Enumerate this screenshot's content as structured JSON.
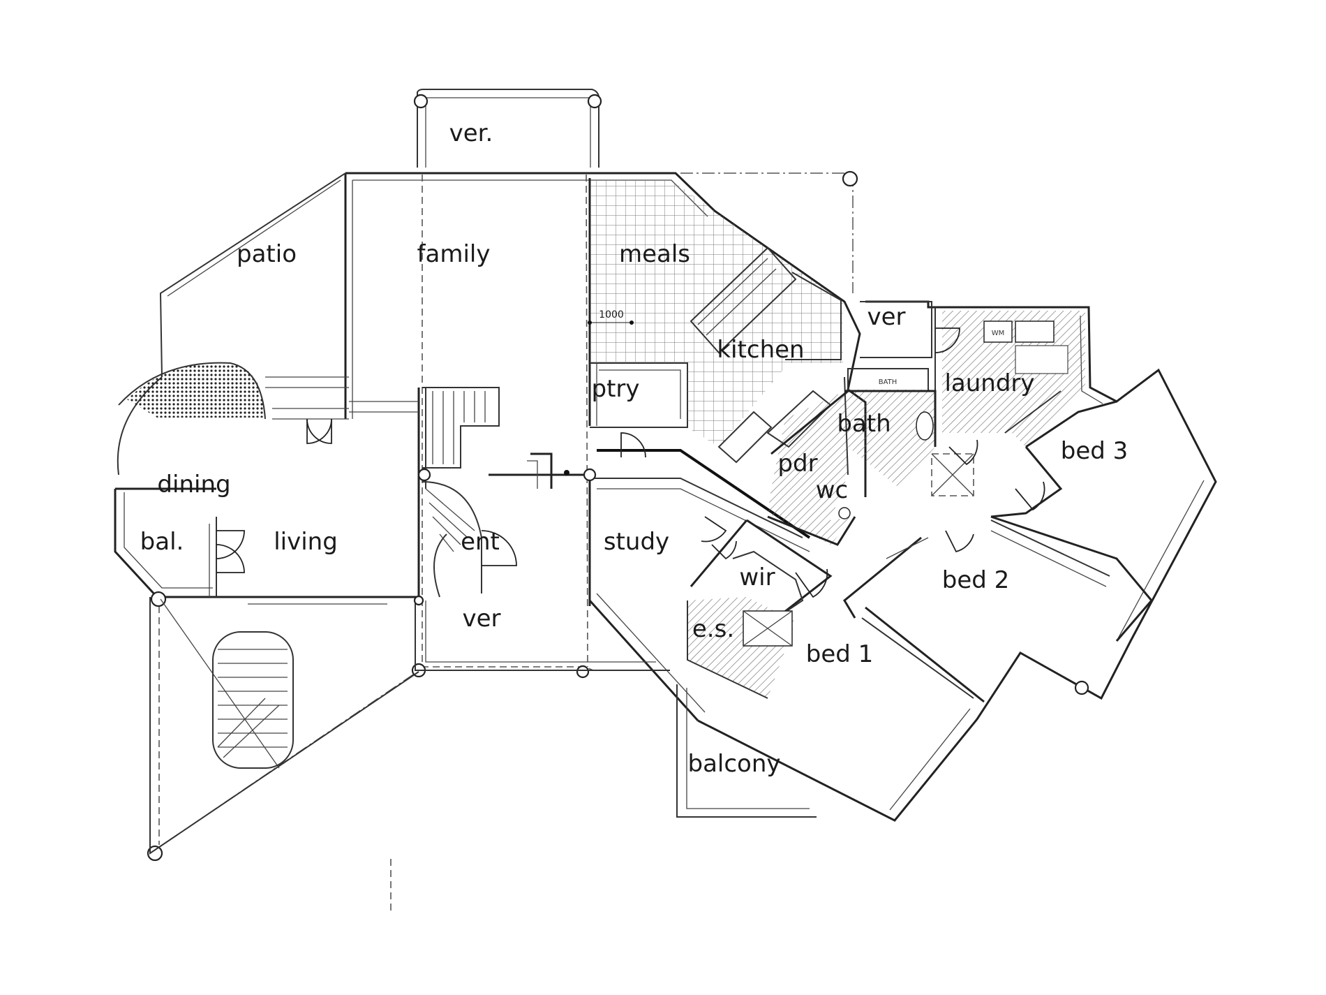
{
  "rooms": {
    "ver_top": "ver.",
    "patio": "patio",
    "family": "family",
    "meals": "meals",
    "ver_right": "ver",
    "kitchen": "kitchen",
    "ptry": "ptry",
    "laundry": "laundry",
    "bath": "bath",
    "pdr": "pdr",
    "wc": "wc",
    "bed3": "bed 3",
    "dining": "dining",
    "bal": "bal.",
    "living": "living",
    "ent": "ent",
    "study": "study",
    "wir": "wir",
    "bed2": "bed 2",
    "es": "e.s.",
    "bed1": "bed 1",
    "ver_bottom": "ver",
    "balcony": "balcony"
  },
  "annotations": {
    "dimension": "1000",
    "wm": "WM",
    "bath_fixture": "BATH"
  }
}
